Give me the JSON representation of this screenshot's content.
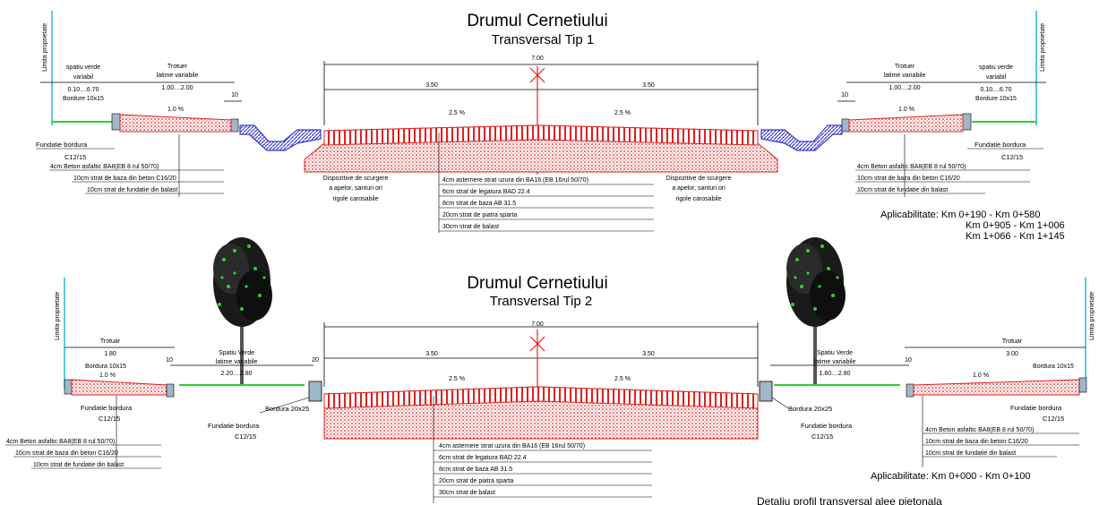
{
  "colors": {
    "asphalt": "#e02020",
    "sidewalk": "#e02020",
    "ditch": "#3a3ad0",
    "green": "#2fd02f",
    "limit": "#22b8d8",
    "axis": "#e02020",
    "curb": "#9fb8c8",
    "line": "#000000"
  },
  "section1": {
    "title": "Drumul Cernetiului",
    "subtitle": "Transversal Tip 1",
    "total_width": "7.00",
    "lane_left": "3.50",
    "lane_right": "3.50",
    "slope_left": "2.5 %",
    "slope_right": "2.5 %",
    "limit_left": "Limita proprietate",
    "limit_right": "Limita proprietate",
    "green_left": [
      "spatiu verde",
      "variabil",
      "0.10....6.70",
      "Bordure 10x15"
    ],
    "green_right": [
      "spatiu verde",
      "variabil",
      "0.10....6.70",
      "Bordure 10x15"
    ],
    "sidewalk_left": [
      "Trotuer",
      "latime variabile",
      "1.00....2.00"
    ],
    "sidewalk_right": [
      "Trotuer",
      "latime variabile",
      "1.00....2.00"
    ],
    "gap_left": "10",
    "gap_right": "10",
    "sidewalk_slope_left": "1.0 %",
    "sidewalk_slope_right": "1.0 %",
    "foundation_left": [
      "Fundatie bordura",
      "C12/15"
    ],
    "foundation_right": [
      "Fundatie bordura",
      "C12/15"
    ],
    "layers_sidewalk": [
      "4cm Beton asfaltic BA8(EB 8 rul 50/70)",
      "10cm strat de baza din beton C16/20",
      "10cm strat de fundatie din balast"
    ],
    "drain_left": [
      "Dispozitive de scurgere",
      "a apelor, santuri ori",
      "rigole carosabile"
    ],
    "drain_right": [
      "Dispozitive de scurgere",
      "a apelor, santuri ori",
      "rigole carosabile"
    ],
    "layers_road": [
      "4cm asternere strat uzura din BA16 (EB 16rul 50/70)",
      "6cm strat de legatura BAD 22.4",
      "8cm strat de baza AB 31.5",
      "20cm strat de piatra sparta",
      "30cm strat de balast"
    ],
    "applicability": [
      "Aplicabilitate: Km 0+190 - Km 0+580",
      "Km 0+905 - Km 1+006",
      "Km 1+066 - Km 1+145"
    ]
  },
  "section2": {
    "title": "Drumul Cernetiului",
    "subtitle": "Transversal Tip 2",
    "total_width": "7.00",
    "lane_left": "3.50",
    "lane_right": "3.50",
    "slope_left": "2.5 %",
    "slope_right": "2.5 %",
    "limit_left": "Limita proprietate",
    "limit_right": "Limita proprietate",
    "sidewalk_left": [
      "Trotuar",
      "1.80"
    ],
    "sidewalk_right": [
      "Trotuar",
      "3.00"
    ],
    "curb_left": "Bordura 10x15",
    "curb_right": "Bordura 10x15",
    "gap_left": "10",
    "gap_right": "10",
    "gap_left2": "20",
    "green_left": [
      "Spatiu Verde",
      "latime variabile",
      "2.20....2.80"
    ],
    "green_right": [
      "Spatiu Verde",
      "latime variabile",
      "1.60....2.80"
    ],
    "sidewalk_slope_left": "1.0 %",
    "sidewalk_slope_right": "1.0 %",
    "curb_big_left": "Bordura 20x25",
    "curb_big_right": "Bordura 20x25",
    "foundation_left": [
      "Fundatie bordura",
      "C12/15"
    ],
    "foundation_right": [
      "Fundatie bordura",
      "C12/15"
    ],
    "foundation_mid_left": [
      "Fundatie bordura",
      "C12/15"
    ],
    "foundation_mid_right": [
      "Fundatie bordura",
      "C12/15"
    ],
    "layers_sidewalk_left": [
      "4cm Beton asfaltic BA8(EB 8 rul 50/70)",
      "10cm strat de baza din beton C16/20",
      "10cm strat de fundatie din balast"
    ],
    "layers_sidewalk_right": [
      "4cm Beton asfaltic BA8(EB 8 rul 50/70)",
      "10cm strat de baza din beton C16/20",
      "10cm strat de fundatie din balast"
    ],
    "layers_road": [
      "4cm asternere strat uzura din BA16 (EB 16rul 50/70)",
      "6cm strat de legatura BAD 22.4",
      "8cm strat de baza AB 31.5",
      "20cm strat de piatra sparta",
      "30cm strat de balast"
    ],
    "applicability": "Aplicabilitate: Km 0+000 - Km 0+100"
  },
  "footer": "Detaliu profil transversal alee pietonala"
}
